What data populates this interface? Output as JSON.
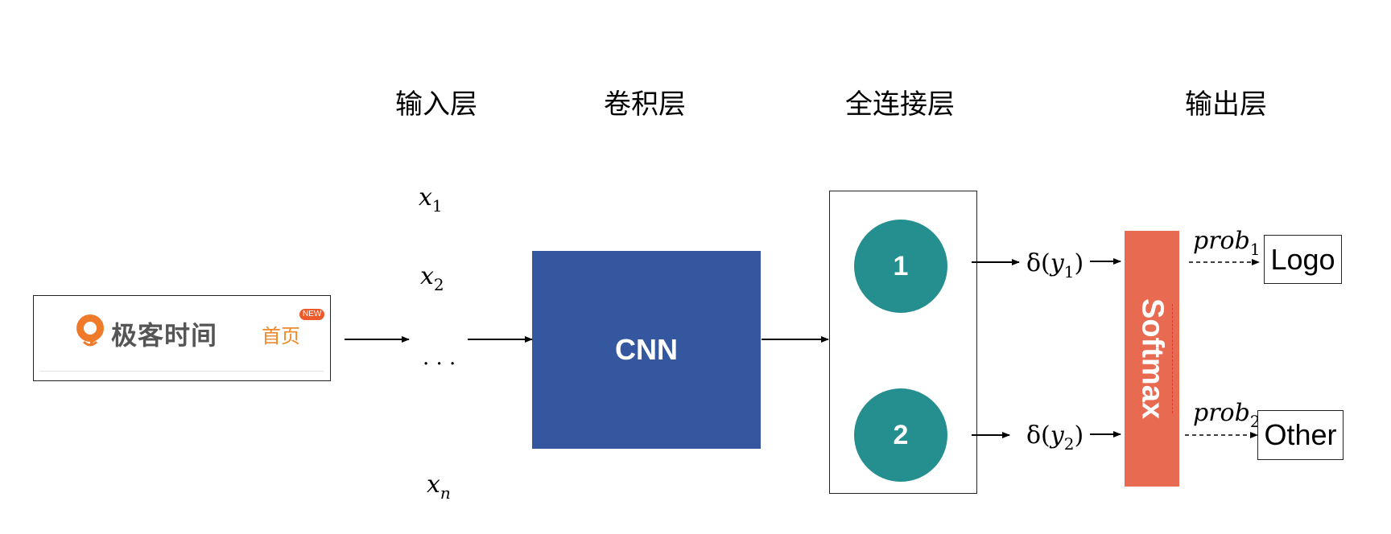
{
  "layers": {
    "input": "输入层",
    "conv": "卷积层",
    "fc": "全连接层",
    "output": "输出层"
  },
  "input_image": {
    "brand": "极客时间",
    "home": "首页",
    "badge": "NEW",
    "logo_icon": "geektime-logo-icon",
    "brand_color": "#ef7a2a"
  },
  "inputs": {
    "x1_base": "x",
    "x1_sub": "1",
    "x2_base": "x",
    "x2_sub": "2",
    "ellipsis": ". . .",
    "xn_base": "x",
    "xn_sub": "n"
  },
  "cnn": {
    "label": "CNN",
    "color": "#3457a0"
  },
  "fc": {
    "node_1": "1",
    "node_2": "2",
    "node_color": "#258f8f"
  },
  "activations": {
    "a1_func": "δ(",
    "a1_var": "y",
    "a1_sub": "1",
    "a1_close": ")",
    "a2_func": "δ(",
    "a2_var": "y",
    "a2_sub": "2",
    "a2_close": ")"
  },
  "softmax": {
    "label": "Softmax",
    "color": "#e86a50"
  },
  "probs": {
    "p1_base": "prob",
    "p1_sub": "1",
    "p2_base": "prob",
    "p2_sub": "2"
  },
  "outputs": {
    "class_1": "Logo",
    "class_2": "Other"
  }
}
